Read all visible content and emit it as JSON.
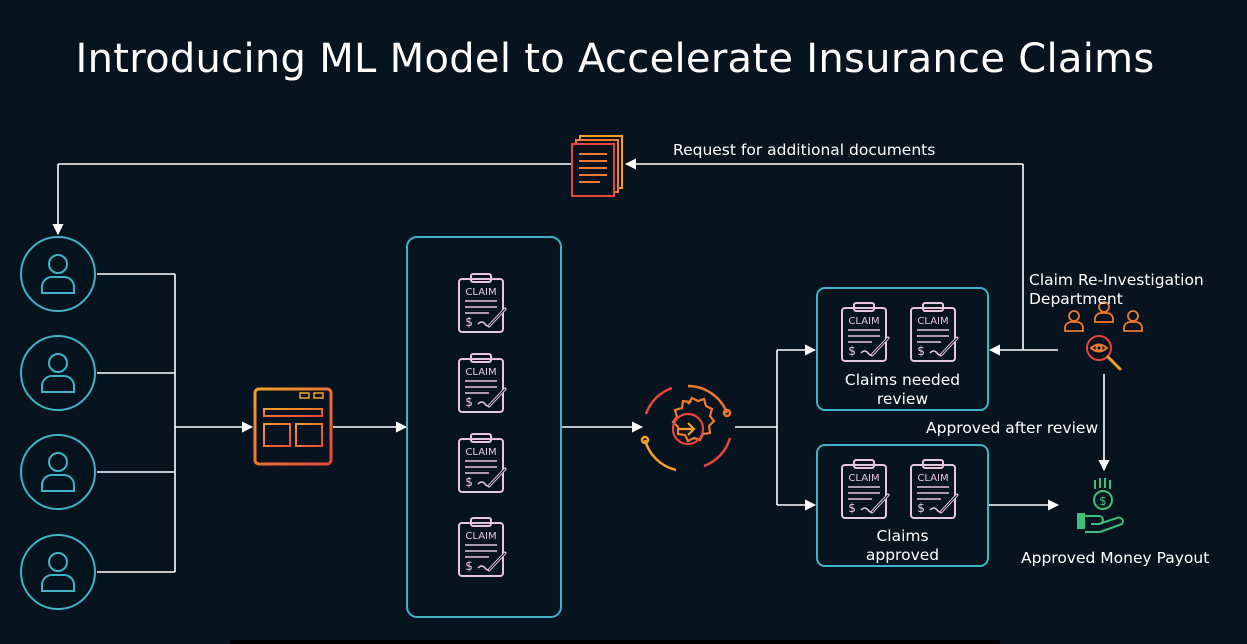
{
  "title": "Introducing ML Model to Accelerate Insurance Claims",
  "labels": {
    "request_docs": "Request for additional documents",
    "reinvestigation": "Claim Re-Investigation\nDepartment",
    "claims_needed_review": "Claims needed\nreview",
    "claims_approved": "Claims\napproved",
    "approved_after_review": "Approved after review",
    "approved_money_payout": "Approved Money Payout"
  },
  "claim_card_text": "CLAIM",
  "claim_card_symbol": "$",
  "payout_symbol": "$",
  "users": [
    "user",
    "user",
    "user",
    "user"
  ],
  "colors": {
    "background": "#071420",
    "teal": "#3fb4c6",
    "orange": "#f07a2e",
    "red_orange": "#e8463c",
    "pink": "#e6c6dc",
    "green": "#3cc07a",
    "line": "#ffffff"
  },
  "icons": {
    "user": "user-icon",
    "web_form": "web-form-icon",
    "claim": "claim-document-icon",
    "ml_gear": "ml-gear-icon",
    "documents": "documents-icon",
    "investigators": "investigators-icon",
    "magnifier": "magnifier-eye-icon",
    "payout": "money-payout-icon"
  }
}
